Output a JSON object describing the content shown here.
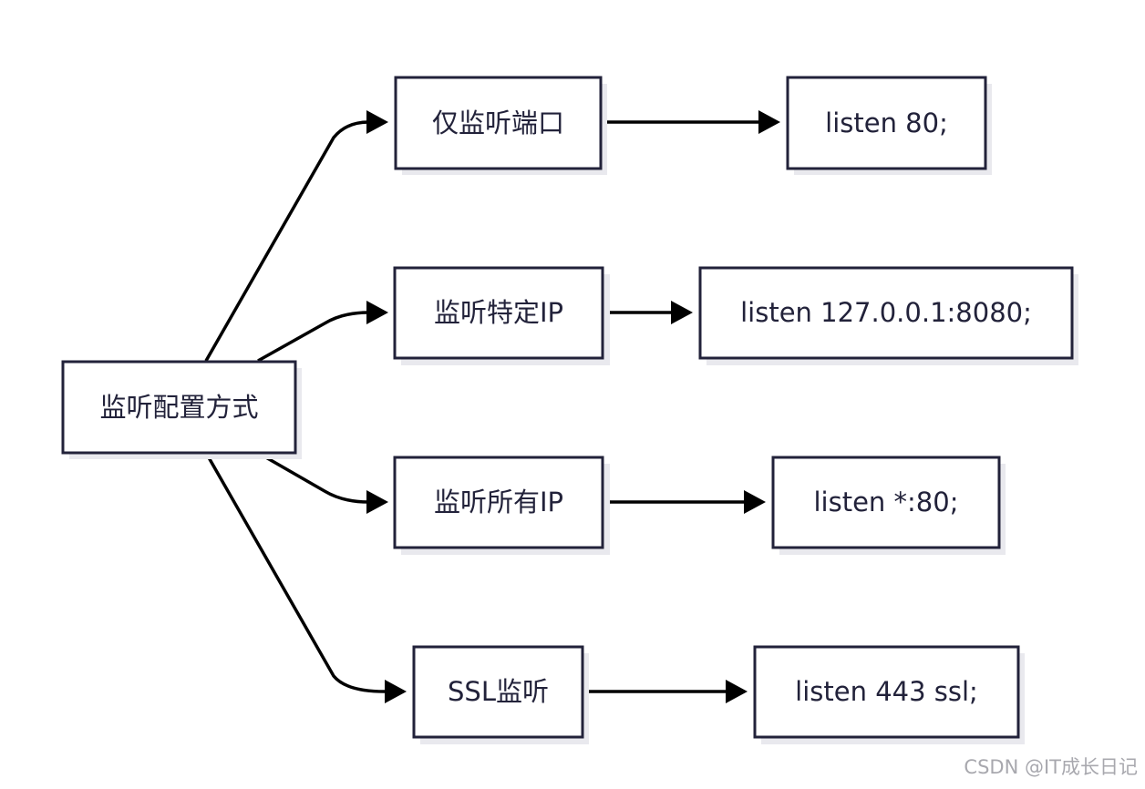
{
  "diagram": {
    "root": {
      "label": "监听配置方式"
    },
    "methods": [
      {
        "label": "仅监听端口",
        "example": "listen 80;"
      },
      {
        "label": "监听特定IP",
        "example": "listen 127.0.0.1:8080;"
      },
      {
        "label": "监听所有IP",
        "example": "listen *:80;"
      },
      {
        "label": "SSL监听",
        "example": "listen 443 ssl;"
      }
    ]
  },
  "colors": {
    "box_border": "#22223a",
    "text": "#22223a",
    "edge": "#000000",
    "watermark": "#a8a8ae"
  },
  "watermark": "CSDN @IT成长日记"
}
